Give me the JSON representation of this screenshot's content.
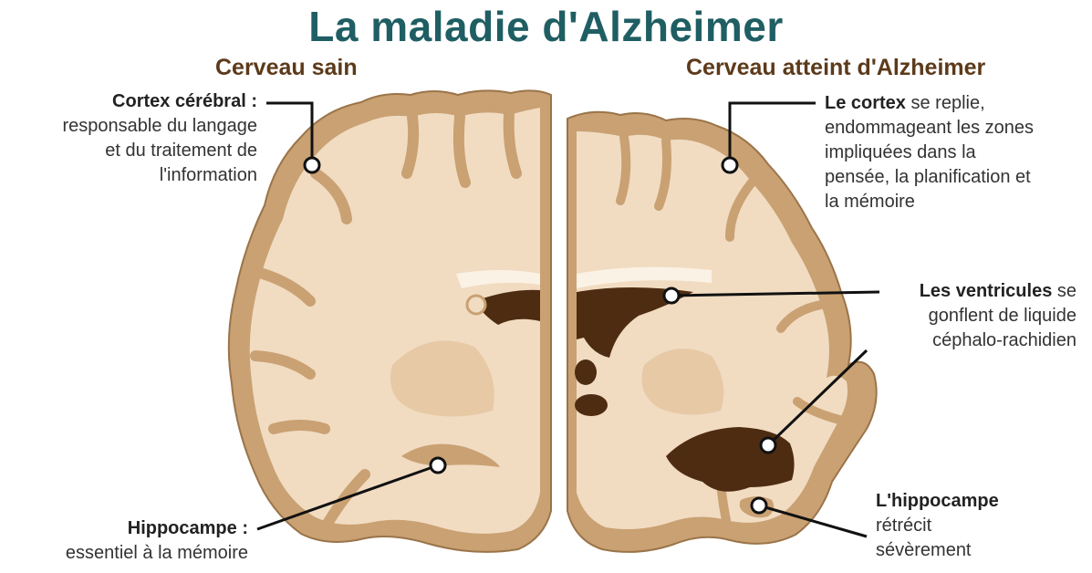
{
  "title": "La maladie d'Alzheimer",
  "left_heading": "Cerveau sain",
  "right_heading": "Cerveau atteint d'Alzheimer",
  "labels": {
    "cortex_healthy": {
      "title": "Cortex cérébral :",
      "lines": [
        "responsable du langage",
        "et du traitement de",
        "l'information"
      ]
    },
    "hippocampus_healthy": {
      "title": "Hippocampe :",
      "lines": [
        "essentiel à la mémoire"
      ]
    },
    "cortex_alz": {
      "title": "Le cortex",
      "text_after_title": " se replie,",
      "lines": [
        "endommageant les zones",
        "impliquées dans la",
        "pensée, la planification et",
        "la mémoire"
      ]
    },
    "ventricles_alz": {
      "title": "Les ventricules",
      "text_after_title": " se",
      "lines": [
        "gonflent de liquide",
        "céphalo-rachidien"
      ]
    },
    "hippocampus_alz": {
      "title": "L'hippocampe",
      "lines": [
        "rétrécit",
        "sévèrement"
      ]
    }
  },
  "colors": {
    "title": "#1f5e63",
    "heading": "#5c3a1a",
    "cortex_outer": "#c9a173",
    "white_matter": "#f1dcc2",
    "ventricle": "#4e2c12",
    "deep_nuclei": "#e7c9a5"
  }
}
